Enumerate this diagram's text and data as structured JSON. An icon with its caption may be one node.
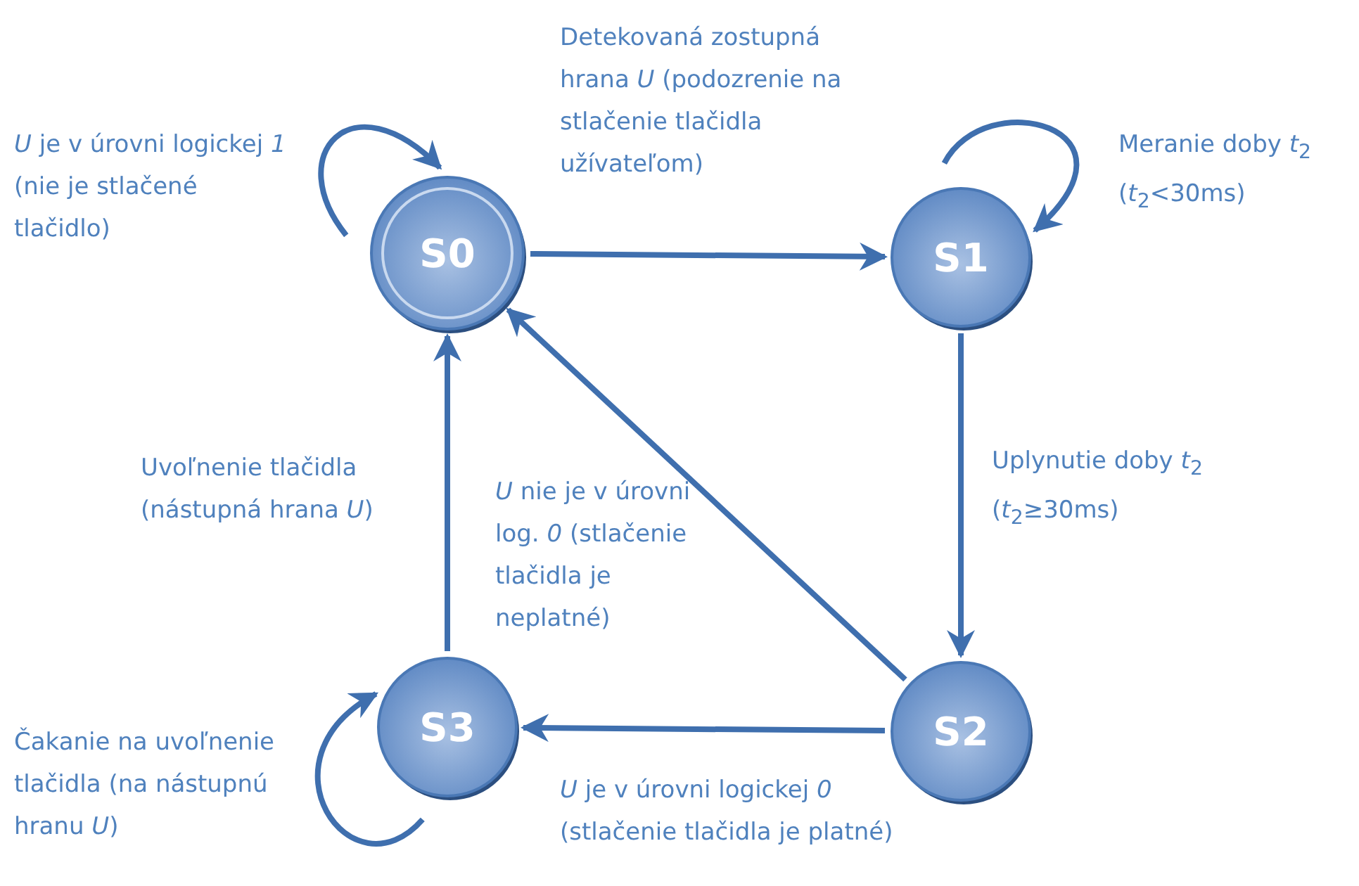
{
  "diagram": {
    "nodes": [
      {
        "text": [
          "S0"
        ]
      },
      {
        "text": [
          "S1"
        ]
      },
      {
        "text": [
          "S2"
        ]
      },
      {
        "text": [
          "S3"
        ]
      }
    ],
    "edges": [
      {
        "from": 0,
        "to": 0,
        "arrow": "to",
        "label": "*U* je v úrovni logickej *1* (nie je stlačené tlačidlo)"
      },
      {
        "from": 0,
        "to": 1,
        "arrow": "to",
        "label": "Detekovaná zostupná hrana *U* (podozrenie na stlačenie tlačidla užívateľom)"
      },
      {
        "from": 1,
        "to": 1,
        "arrow": "to",
        "label": "Meranie doby *t*$_{2}$ (*t*$_{2}$<30ms)"
      },
      {
        "from": 1,
        "to": 2,
        "arrow": "to",
        "label": "Uplynutie doby *t*$_{2}$ (*t*$_{2}$≥30ms)"
      },
      {
        "from": 2,
        "to": 3,
        "arrow": "to",
        "label": "*U* je v úrovni logickej *0* (stlačenie tlačidla je platné)"
      },
      {
        "from": 2,
        "to": 0,
        "arrow": "to",
        "label": "*U* nie je v úrovni log. *0* (stlačenie tlačidla je neplatné)"
      },
      {
        "from": 3,
        "to": 3,
        "arrow": "to",
        "label": "Čakanie na uvoľnenie tlačidla (na nástupnú hranu *U*)"
      },
      {
        "from": 3,
        "to": 0,
        "arrow": "to",
        "label": "Uvoľnenie tlačidla (nástupná hrana *U*)"
      }
    ]
  }
}
